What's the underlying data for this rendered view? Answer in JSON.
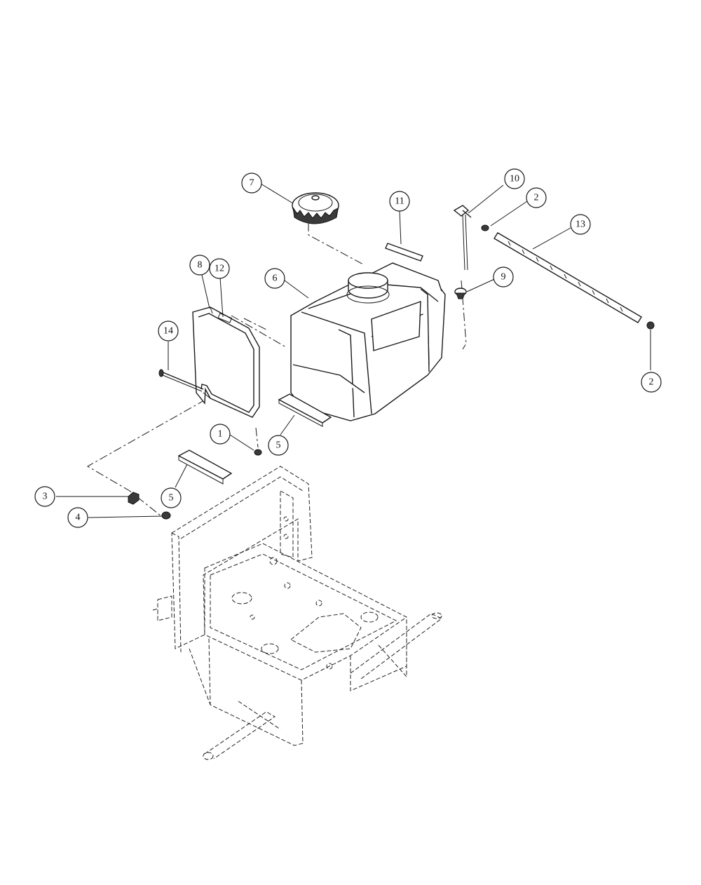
{
  "callouts": [
    {
      "id": "1",
      "label": "1"
    },
    {
      "id": "2a",
      "label": "2"
    },
    {
      "id": "2b",
      "label": "2"
    },
    {
      "id": "3",
      "label": "3"
    },
    {
      "id": "4",
      "label": "4"
    },
    {
      "id": "5a",
      "label": "5"
    },
    {
      "id": "5b",
      "label": "5"
    },
    {
      "id": "6",
      "label": "6"
    },
    {
      "id": "7",
      "label": "7"
    },
    {
      "id": "8",
      "label": "8"
    },
    {
      "id": "9",
      "label": "9"
    },
    {
      "id": "10",
      "label": "10"
    },
    {
      "id": "11",
      "label": "11"
    },
    {
      "id": "12",
      "label": "12"
    },
    {
      "id": "13",
      "label": "13"
    },
    {
      "id": "14",
      "label": "14"
    }
  ]
}
